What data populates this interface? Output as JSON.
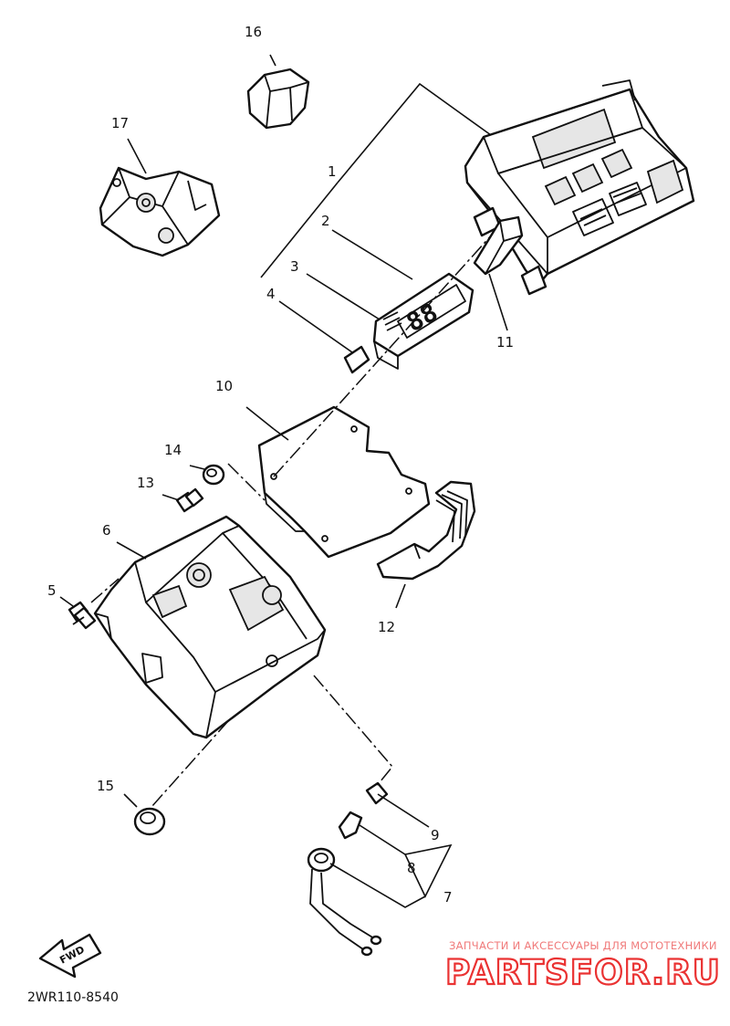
{
  "diagram": {
    "drawing_number": "2WR110-8540",
    "fwd_arrow_label": "FWD",
    "watermark": {
      "tagline": "ЗАПЧАСТИ И АКСЕССУАРЫ ДЛЯ МОТОТЕХНИКИ",
      "site": "PARTSFOR.RU"
    },
    "callouts": [
      "1",
      "2",
      "3",
      "4",
      "5",
      "6",
      "7",
      "8",
      "9",
      "10",
      "11",
      "12",
      "13",
      "14",
      "15",
      "16",
      "17"
    ],
    "display_digits": "88"
  }
}
